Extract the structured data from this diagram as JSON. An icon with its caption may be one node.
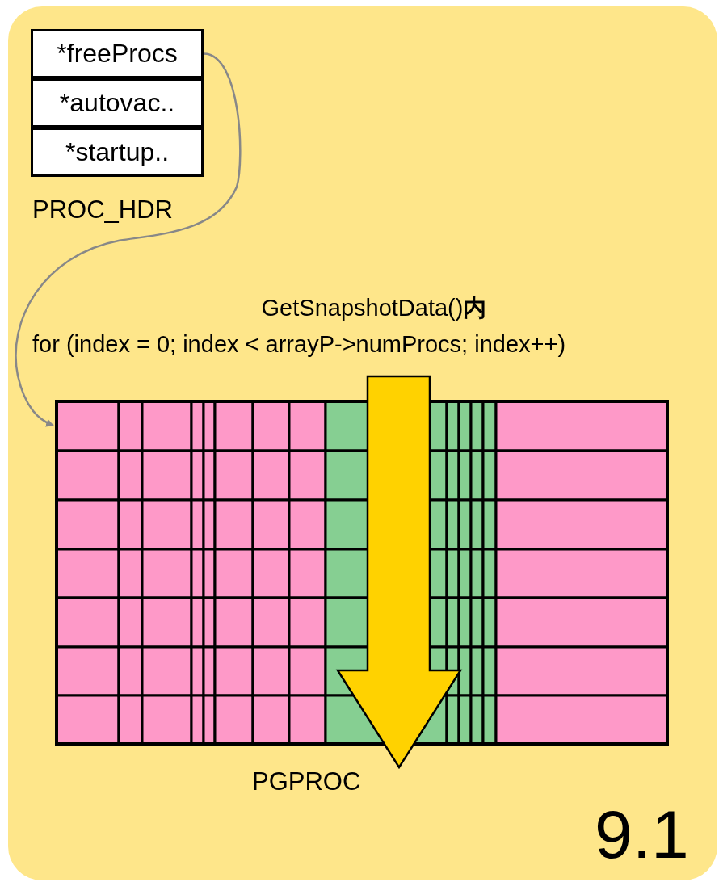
{
  "diagram": {
    "nodes": [
      {
        "text": [
          "PROC_HDR"
        ]
      },
      {
        "text": [
          "*freeProcs"
        ],
        "in": 0
      },
      {
        "text": [
          "*autovac.."
        ],
        "in": 0
      },
      {
        "text": [
          "*startup.."
        ],
        "in": 0
      },
      {
        "text": [
          "PGPROC"
        ]
      }
    ],
    "edges": [
      {
        "from": 1,
        "to": 4,
        "arrow": "to",
        "color": "#888888"
      }
    ],
    "labels": [
      "GetSnapshotData()**内**",
      "for (index = 0; index < arrayP->numProcs; index++)",
      "9.1"
    ]
  }
}
